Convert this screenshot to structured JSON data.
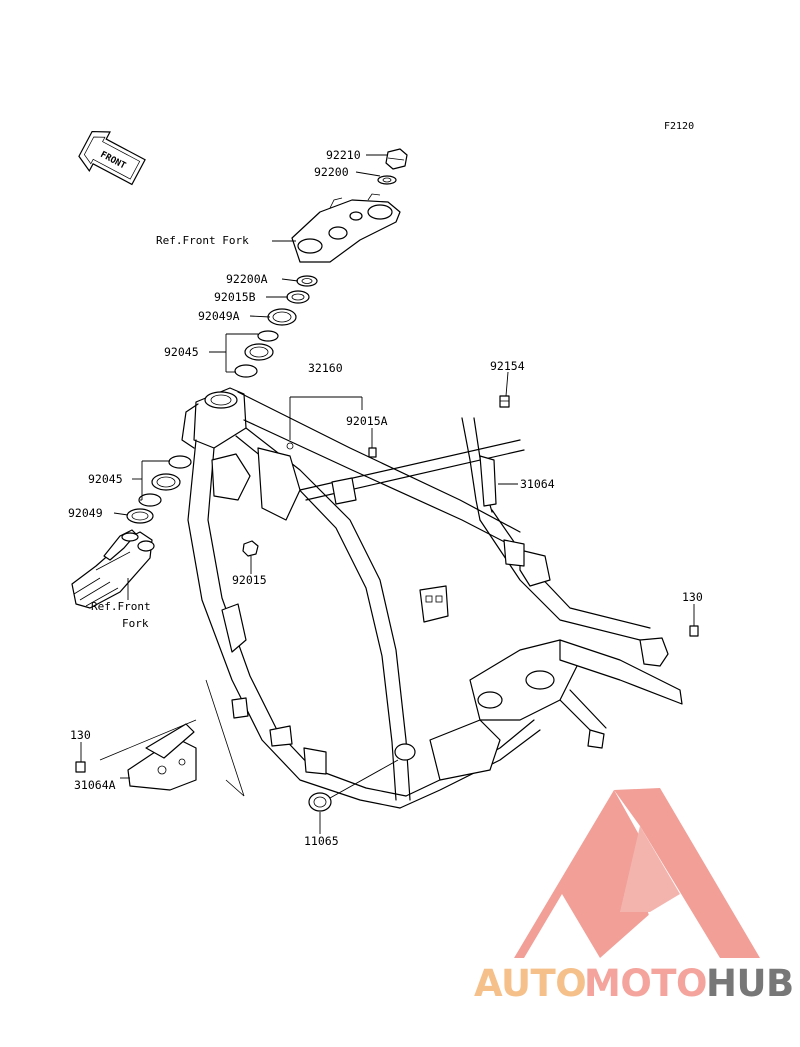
{
  "diagram_code": "F2120",
  "front_arrow": {
    "text": "FRONT",
    "icon": "front-direction-arrow-icon"
  },
  "ref_notes": [
    {
      "id": "ref-top",
      "text": "Ref.Front Fork"
    },
    {
      "id": "ref-bottom-1",
      "text": "Ref.Front"
    },
    {
      "id": "ref-bottom-2",
      "text": "Fork"
    }
  ],
  "part_labels": [
    {
      "id": "p92210",
      "text": "92210"
    },
    {
      "id": "p92200",
      "text": "92200"
    },
    {
      "id": "p92200A",
      "text": "92200A"
    },
    {
      "id": "p92015B",
      "text": "92015B"
    },
    {
      "id": "p92049A",
      "text": "92049A"
    },
    {
      "id": "p92045a",
      "text": "92045"
    },
    {
      "id": "p32160",
      "text": "32160"
    },
    {
      "id": "p92154",
      "text": "92154"
    },
    {
      "id": "p92015A",
      "text": "92015A"
    },
    {
      "id": "p31064",
      "text": "31064"
    },
    {
      "id": "p92045b",
      "text": "92045"
    },
    {
      "id": "p92049",
      "text": "92049"
    },
    {
      "id": "p92015",
      "text": "92015"
    },
    {
      "id": "p130a",
      "text": "130"
    },
    {
      "id": "p130b",
      "text": "130"
    },
    {
      "id": "p31064A",
      "text": "31064A"
    },
    {
      "id": "p11065",
      "text": "11065"
    }
  ],
  "watermark": {
    "part1": "AUTO",
    "part2": "MOTO",
    "part3": "HUB",
    "colors": {
      "auto": "#f5c08a",
      "moto": "#f4a49c",
      "hub": "#777777",
      "logo": "#f19a92"
    }
  }
}
